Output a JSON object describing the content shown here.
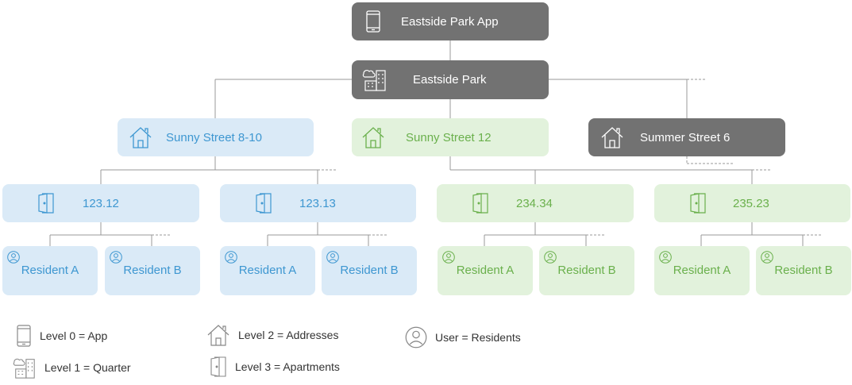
{
  "nodes": {
    "app": "Eastside Park App",
    "quarter": "Eastside Park",
    "addresses": [
      "Sunny Street 8-10",
      "Sunny Street 12",
      "Summer Street 6"
    ],
    "apartments": [
      "123.12",
      "123.13",
      "234.34",
      "235.23"
    ],
    "resident_a": "Resident A",
    "resident_b": "Resident B"
  },
  "legend": {
    "level0": "Level 0 = App",
    "level1": "Level 1 = Quarter",
    "level2": "Level 2 = Addresses",
    "level3": "Level 3 = Apartments",
    "user": "User = Residents"
  },
  "colors": {
    "dark": "#727272",
    "blue_fill": "#daeaf7",
    "blue_text": "#3e97d1",
    "green_fill": "#e2f2dc",
    "green_text": "#6ab04c",
    "line": "#999999"
  },
  "icons": [
    "phone-icon",
    "buildings-icon",
    "house-icon",
    "door-icon",
    "user-icon"
  ]
}
